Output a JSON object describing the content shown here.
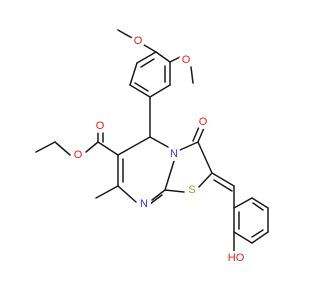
{
  "molecule": {
    "atom_labels": {
      "o_methoxy_top": "O",
      "o_methoxy_right": "O",
      "o_ester_carbonyl": "O",
      "o_ester_ether": "O",
      "o_ketone": "O",
      "n_ring_fused": "N",
      "n_ring_imine": "N",
      "s_thiazole": "S",
      "oh_phenol": "HO"
    },
    "colors": {
      "carbon_bonds": "#1a1a1a",
      "oxygen": "#e8211c",
      "nitrogen": "#2d3ae0",
      "sulfur": "#a89a18"
    }
  }
}
